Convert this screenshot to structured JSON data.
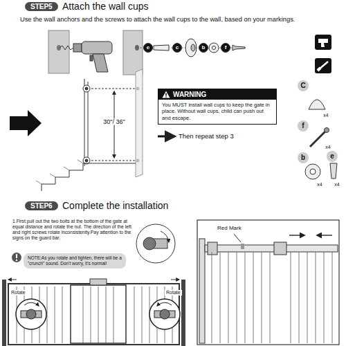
{
  "diagram": {
    "nodes": [
      {
        "text": [
          "STEP5"
        ]
      },
      {
        "text": [
          "WARNING",
          "You MUST install wall cups to keep the gate in place. Without wall cups, child can push out and escape."
        ]
      },
      {
        "text": [
          "STEP6"
        ]
      },
      {
        "text": [
          "NOTE:As you rotate and tighten, there will be a \"crunch\" sound. Don't worry, it's normal!"
        ]
      }
    ],
    "labels": [
      "Attach the wall cups",
      "Use the wall anchors and the screws to attach the wall cups to the wall, based on your markings.",
      "e",
      "c",
      "b",
      "f",
      "30\"/ 36\"",
      "Then repeat step 3",
      "C",
      "x4",
      "f",
      "x4",
      "b",
      "x4",
      "e",
      "x4",
      "Complete the installation",
      "1.First pull out the two bolts at the bottom of the gate at equal distance and rotate the nut. The direction of the left and right screws rotate inconsistently.Pay attention to the signs on the guard bar.",
      "Rotate",
      "Rotate",
      "Red Mark"
    ]
  }
}
